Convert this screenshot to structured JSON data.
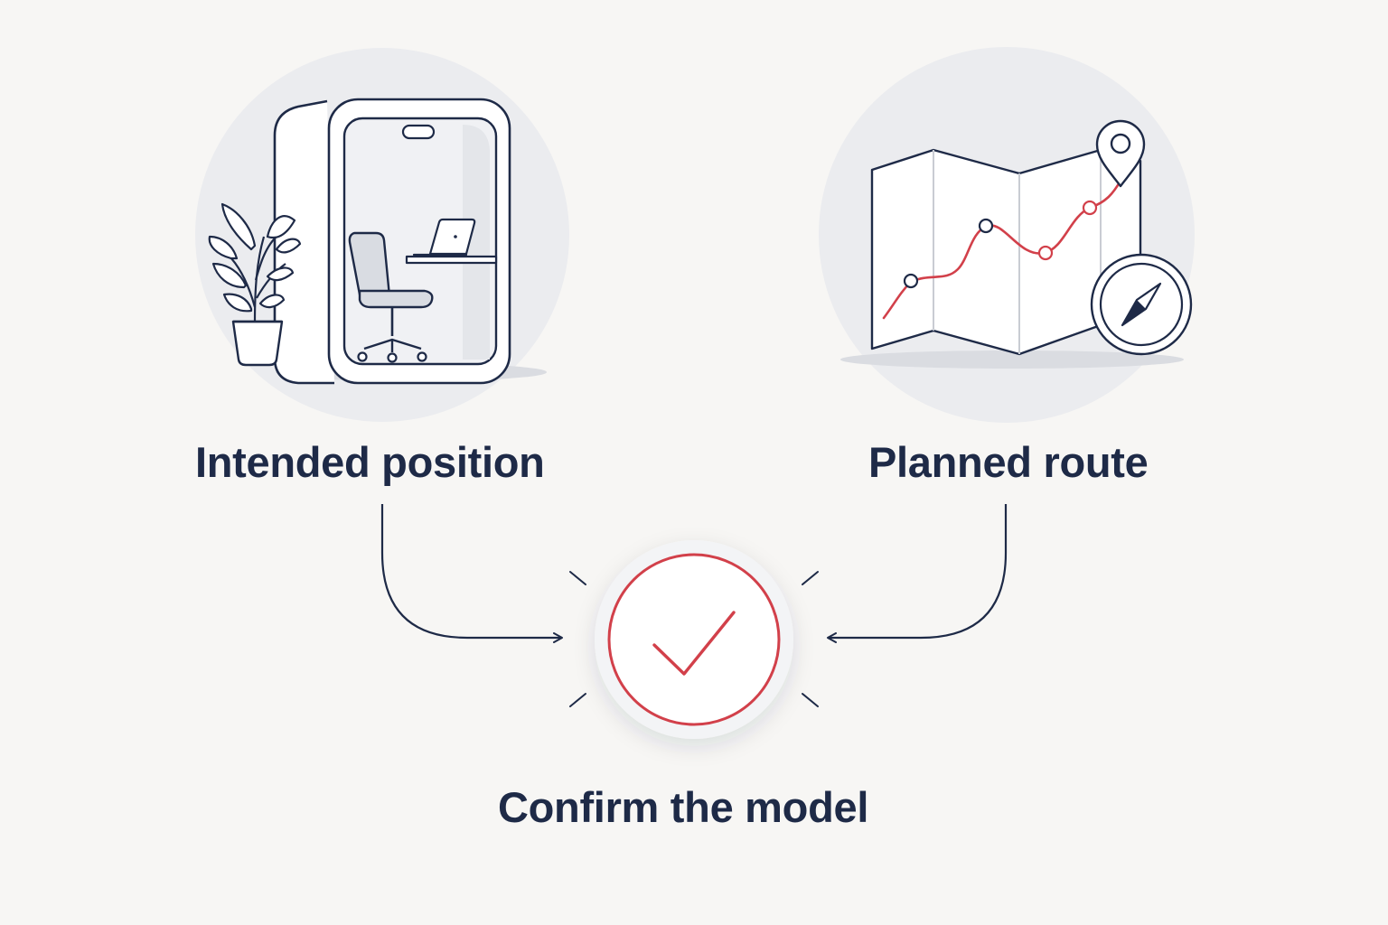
{
  "labels": {
    "intended_position": "Intended position",
    "planned_route": "Planned route",
    "confirm_model": "Confirm the model"
  },
  "icons": {
    "left": "office-phone-booth-icon",
    "right": "map-route-icon",
    "center": "check-icon"
  },
  "colors": {
    "background": "#f7f6f4",
    "ink": "#1e2a47",
    "accent": "#d2404a",
    "circle_fill": "#ebecef"
  }
}
